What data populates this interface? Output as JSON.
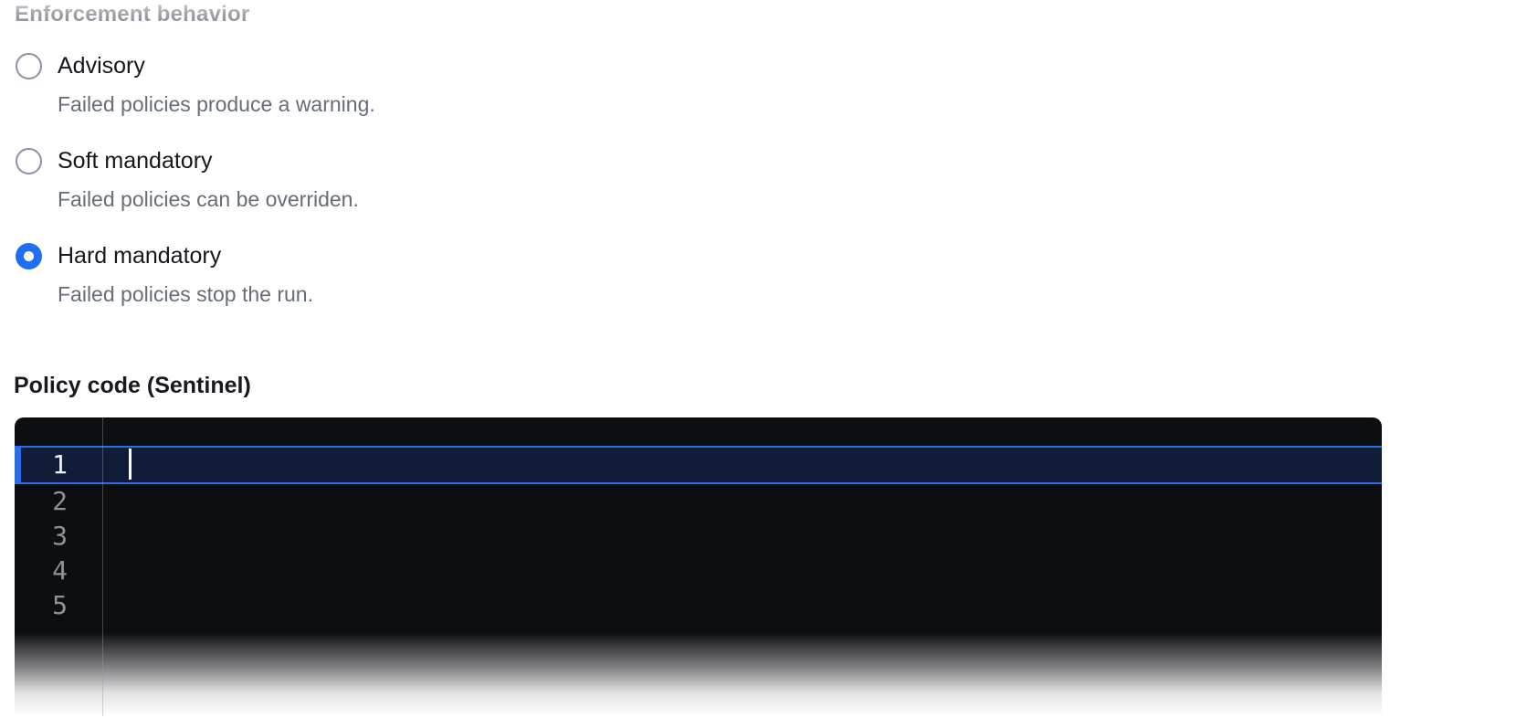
{
  "page": {
    "enforcement": {
      "label": "Enforcement behavior",
      "options": [
        {
          "label": "Advisory",
          "description": "Failed policies produce a warning.",
          "selected": false
        },
        {
          "label": "Soft mandatory",
          "description": "Failed policies can be overriden.",
          "selected": false
        },
        {
          "label": "Hard mandatory",
          "description": "Failed policies stop the run.",
          "selected": true
        }
      ]
    },
    "policy_code": {
      "heading": "Policy code (Sentinel)",
      "editor": {
        "active_line": "1",
        "line_numbers": [
          "1",
          "2",
          "3",
          "4",
          "5"
        ],
        "content": ""
      }
    },
    "colors": {
      "accent_blue": "#1f6ef5",
      "editor_background": "#0d0e12",
      "active_line_background": "#111d38",
      "active_line_border": "#2d6de3"
    }
  }
}
